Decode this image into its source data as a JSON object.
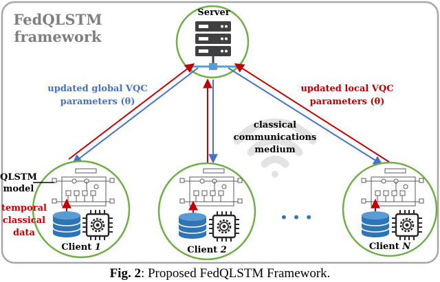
{
  "framework": {
    "title_line1": "FedQLSTM",
    "title_line2": "framework"
  },
  "server": {
    "label": "Server"
  },
  "arrows": {
    "global_line1": "updated global VQC",
    "global_line2": "parameters (θ)",
    "local_line1": "updated local VQC",
    "local_line2": "parameters (θ)"
  },
  "medium": {
    "line1": "classical",
    "line2": "communications",
    "line3": "medium"
  },
  "labels": {
    "qlstm_line1": "QLSTM",
    "qlstm_line2": "model",
    "temporal_line1": "temporal",
    "temporal_line2": "classical",
    "temporal_line3": "data"
  },
  "clients": [
    {
      "label": "Client ",
      "index": "1"
    },
    {
      "label": "Client ",
      "index": "2"
    },
    {
      "label": "Client ",
      "index": "N"
    }
  ],
  "ellipsis": "• • •",
  "caption": {
    "fig": "Fig. 2",
    "text": ": Proposed FedQLSTM Framework."
  },
  "colors": {
    "frame": "#a6a6a6",
    "circle": "#70ad47",
    "global_blue": "#4472c4",
    "local_red": "#c00000",
    "database_blue": "#2e75b6",
    "server_dark": "#404040",
    "title_gray": "#7f7f7f"
  }
}
